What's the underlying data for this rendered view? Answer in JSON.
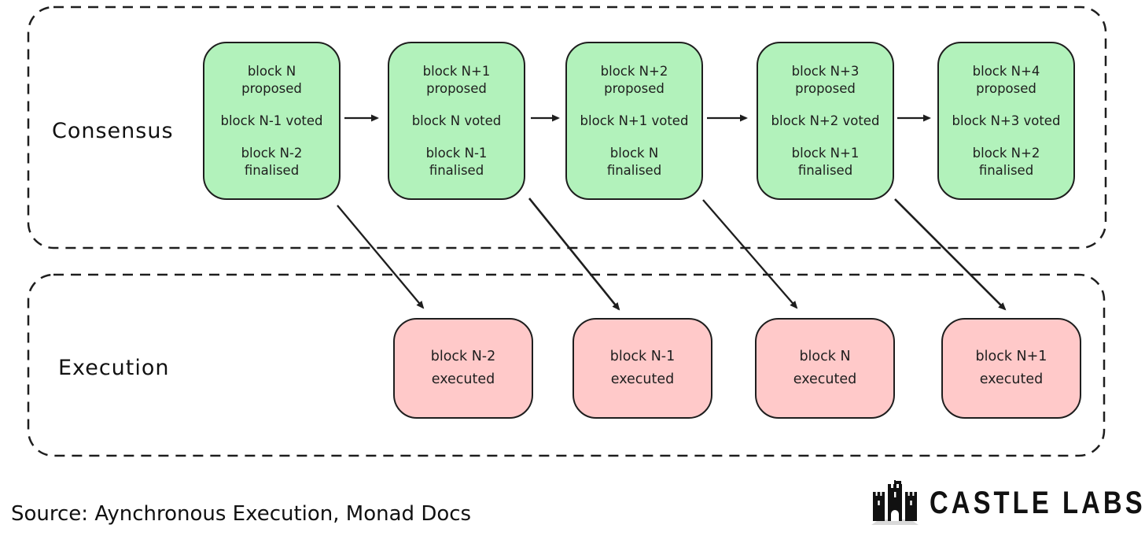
{
  "colors": {
    "consensus_fill": "#b2f2bb",
    "execution_fill": "#ffc9c9",
    "stroke": "#1e1e1e",
    "background": "#ffffff"
  },
  "lanes": {
    "consensus": {
      "label": "Consensus"
    },
    "execution": {
      "label": "Execution"
    }
  },
  "consensus": {
    "blocks": [
      {
        "proposed": "block N\nproposed",
        "voted": "block N-1 voted",
        "finalised": "block N-2\nfinalised"
      },
      {
        "proposed": "block N+1\nproposed",
        "voted": "block N voted",
        "finalised": "block N-1\nfinalised"
      },
      {
        "proposed": "block N+2\nproposed",
        "voted": "block N+1 voted",
        "finalised": "block N\nfinalised"
      },
      {
        "proposed": "block N+3\nproposed",
        "voted": "block N+2 voted",
        "finalised": "block N+1\nfinalised"
      },
      {
        "proposed": "block N+4\nproposed",
        "voted": "block N+3 voted",
        "finalised": "block N+2\nfinalised"
      }
    ]
  },
  "execution": {
    "blocks": [
      {
        "label": "block N-2\nexecuted"
      },
      {
        "label": "block N-1\nexecuted"
      },
      {
        "label": "block N\nexecuted"
      },
      {
        "label": "block N+1\nexecuted"
      }
    ]
  },
  "footer": {
    "source": "Source: Aynchronous Execution, Monad Docs",
    "brand": "CASTLE LABS"
  }
}
